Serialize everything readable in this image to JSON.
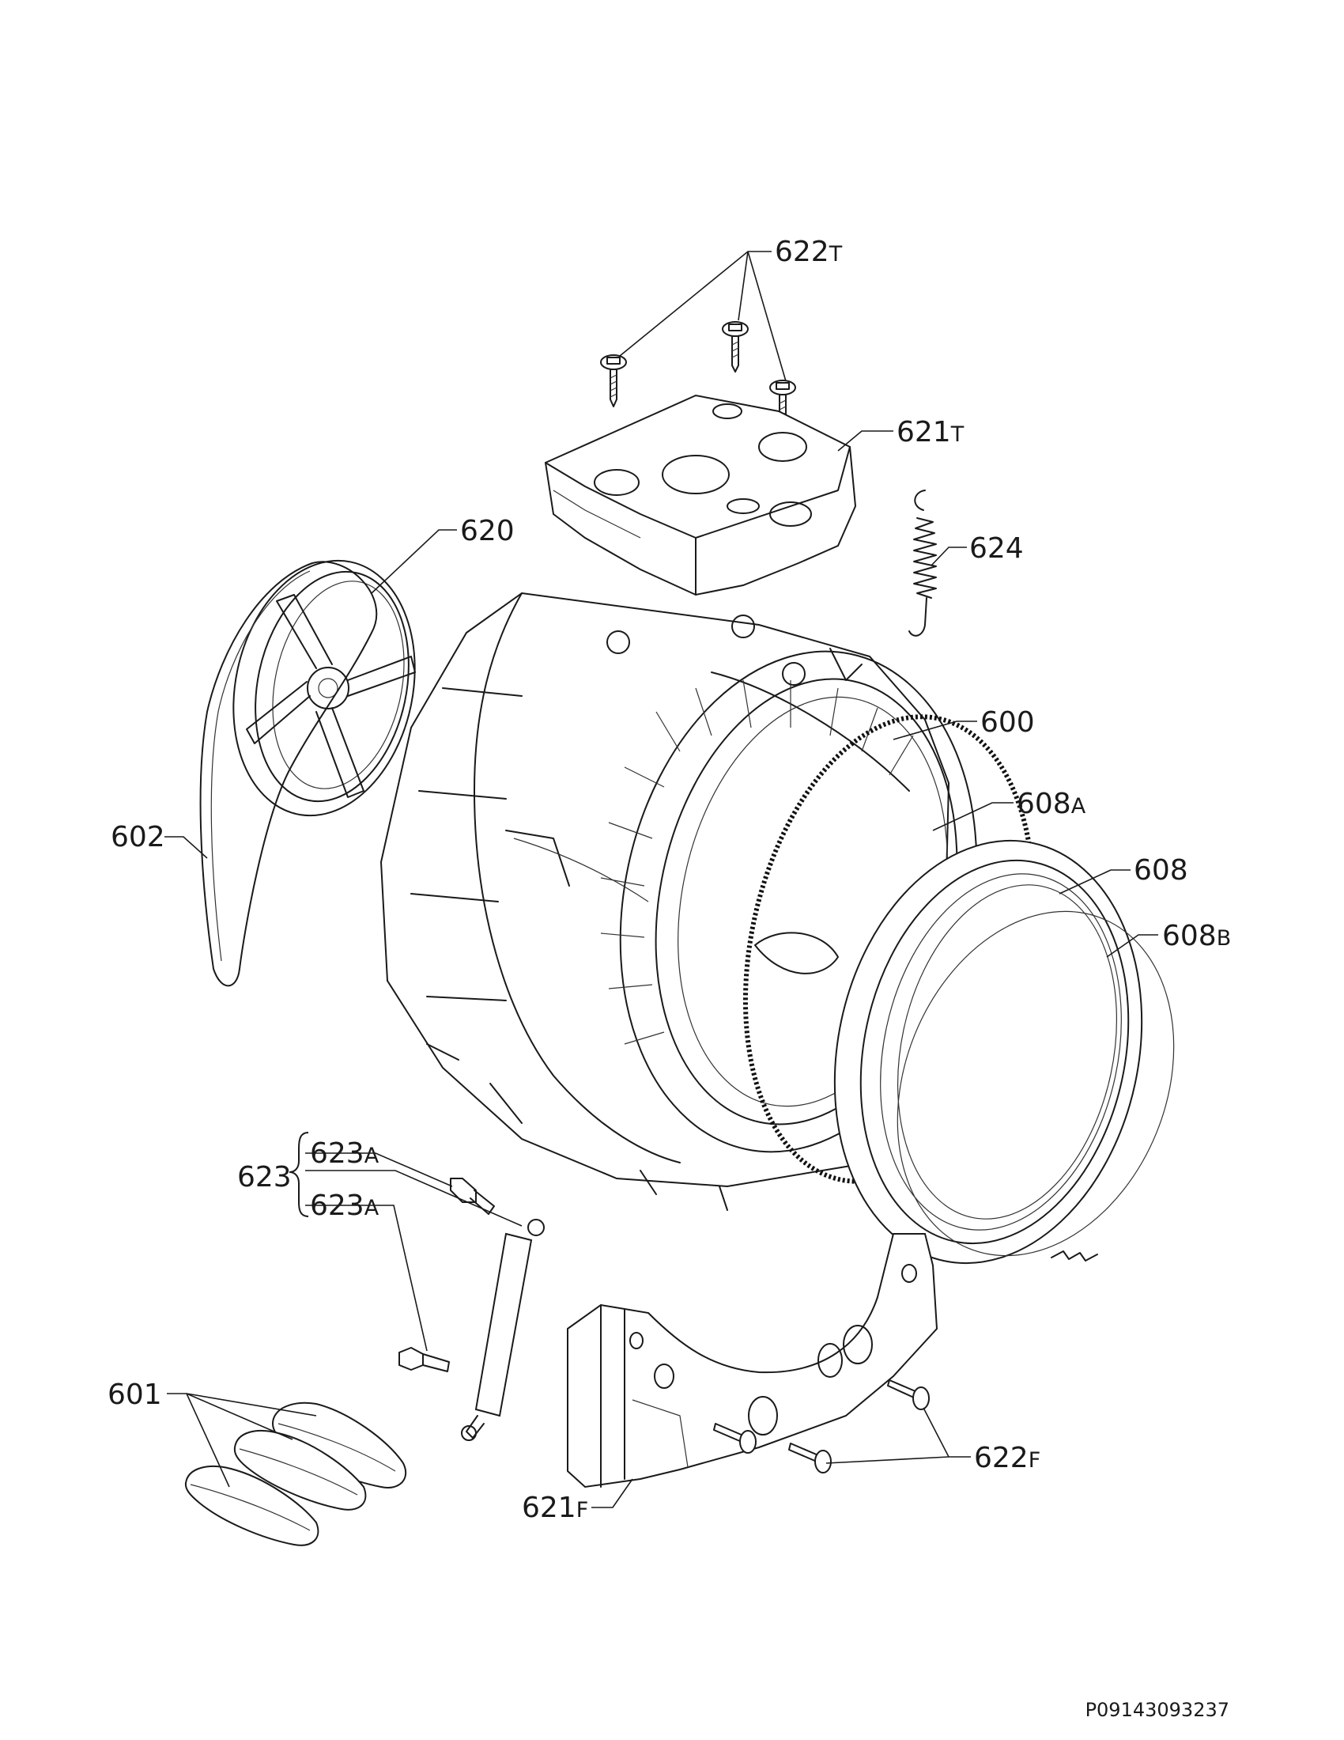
{
  "document_id": "P09143093237",
  "callouts": {
    "c600": {
      "num": "600",
      "sfx": ""
    },
    "c601": {
      "num": "601",
      "sfx": ""
    },
    "c602": {
      "num": "602",
      "sfx": ""
    },
    "c608": {
      "num": "608",
      "sfx": ""
    },
    "c608a": {
      "num": "608",
      "sfx": "A"
    },
    "c608b": {
      "num": "608",
      "sfx": "B"
    },
    "c620": {
      "num": "620",
      "sfx": ""
    },
    "c621f": {
      "num": "621",
      "sfx": "F"
    },
    "c621t": {
      "num": "621",
      "sfx": "T"
    },
    "c622f": {
      "num": "622",
      "sfx": "F"
    },
    "c622t": {
      "num": "622",
      "sfx": "T"
    },
    "c623": {
      "num": "623",
      "sfx": ""
    },
    "c623a1": {
      "num": "623",
      "sfx": "A"
    },
    "c623a2": {
      "num": "623",
      "sfx": "A"
    },
    "c624": {
      "num": "624",
      "sfx": ""
    }
  }
}
